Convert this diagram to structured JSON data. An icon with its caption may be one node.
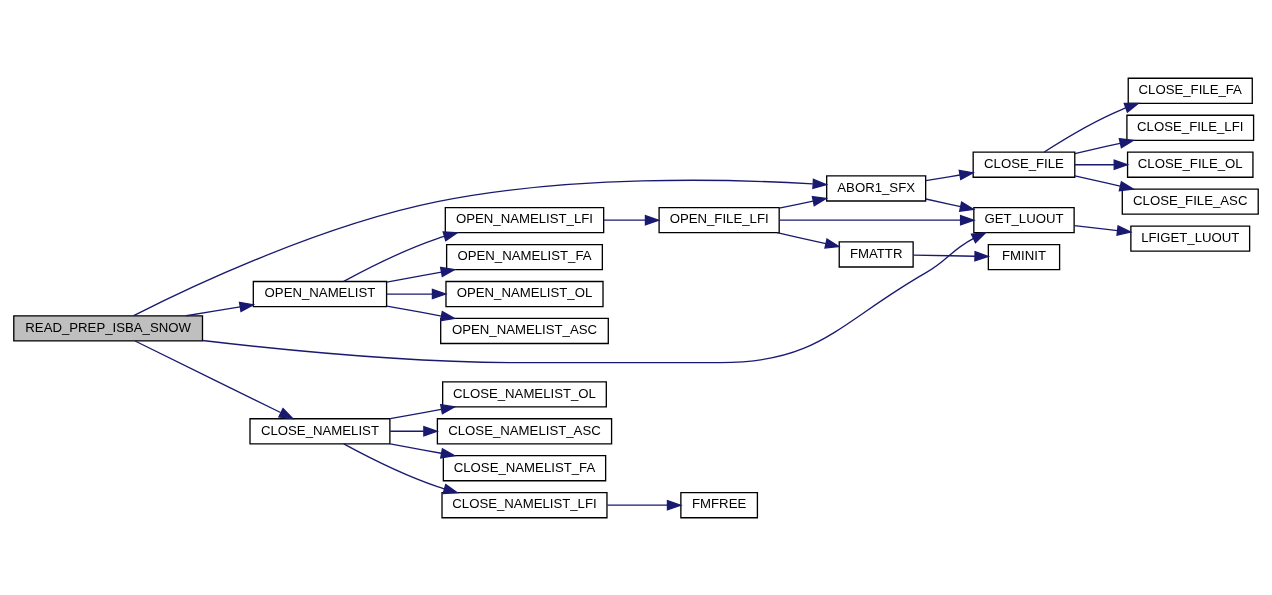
{
  "diagram": {
    "nodes": [
      {
        "text": [
          "READ_PREP_ISBA_SNOW"
        ]
      },
      {
        "text": [
          "ABOR1_SFX"
        ]
      },
      {
        "text": [
          "OPEN_NAMELIST"
        ]
      },
      {
        "text": [
          "GET_LUOUT"
        ]
      },
      {
        "text": [
          "CLOSE_NAMELIST"
        ]
      },
      {
        "text": [
          "CLOSE_FILE"
        ]
      },
      {
        "text": [
          "CLOSE_FILE_ASC"
        ]
      },
      {
        "text": [
          "CLOSE_FILE_FA"
        ]
      },
      {
        "text": [
          "CLOSE_FILE_LFI"
        ]
      },
      {
        "text": [
          "CLOSE_FILE_OL"
        ]
      },
      {
        "text": [
          "LFIGET_LUOUT"
        ]
      },
      {
        "text": [
          "OPEN_NAMELIST_LFI"
        ]
      },
      {
        "text": [
          "OPEN_NAMELIST_ASC"
        ]
      },
      {
        "text": [
          "OPEN_NAMELIST_FA"
        ]
      },
      {
        "text": [
          "OPEN_NAMELIST_OL"
        ]
      },
      {
        "text": [
          "OPEN_FILE_LFI"
        ]
      },
      {
        "text": [
          "FMATTR"
        ]
      },
      {
        "text": [
          "FMINIT"
        ]
      },
      {
        "text": [
          "CLOSE_NAMELIST_FA"
        ]
      },
      {
        "text": [
          "CLOSE_NAMELIST_LFI"
        ]
      },
      {
        "text": [
          "CLOSE_NAMELIST_OL"
        ]
      },
      {
        "text": [
          "CLOSE_NAMELIST_ASC"
        ]
      },
      {
        "text": [
          "FMFREE"
        ]
      }
    ],
    "edges": [
      {
        "from": 0,
        "to": 1,
        "arrow": "to"
      },
      {
        "from": 0,
        "to": 2,
        "arrow": "to"
      },
      {
        "from": 0,
        "to": 3,
        "arrow": "to"
      },
      {
        "from": 0,
        "to": 4,
        "arrow": "to"
      },
      {
        "from": 1,
        "to": 5,
        "arrow": "to"
      },
      {
        "from": 1,
        "to": 3,
        "arrow": "to"
      },
      {
        "from": 5,
        "to": 6,
        "arrow": "to"
      },
      {
        "from": 5,
        "to": 7,
        "arrow": "to"
      },
      {
        "from": 5,
        "to": 8,
        "arrow": "to"
      },
      {
        "from": 5,
        "to": 9,
        "arrow": "to"
      },
      {
        "from": 3,
        "to": 10,
        "arrow": "to"
      },
      {
        "from": 2,
        "to": 11,
        "arrow": "to"
      },
      {
        "from": 2,
        "to": 12,
        "arrow": "to"
      },
      {
        "from": 2,
        "to": 13,
        "arrow": "to"
      },
      {
        "from": 2,
        "to": 14,
        "arrow": "to"
      },
      {
        "from": 11,
        "to": 15,
        "arrow": "to"
      },
      {
        "from": 15,
        "to": 1,
        "arrow": "to"
      },
      {
        "from": 15,
        "to": 3,
        "arrow": "to"
      },
      {
        "from": 15,
        "to": 16,
        "arrow": "to"
      },
      {
        "from": 16,
        "to": 17,
        "arrow": "to"
      },
      {
        "from": 4,
        "to": 18,
        "arrow": "to"
      },
      {
        "from": 4,
        "to": 19,
        "arrow": "to"
      },
      {
        "from": 4,
        "to": 20,
        "arrow": "to"
      },
      {
        "from": 4,
        "to": 21,
        "arrow": "to"
      },
      {
        "from": 19,
        "to": 22,
        "arrow": "to"
      }
    ]
  }
}
